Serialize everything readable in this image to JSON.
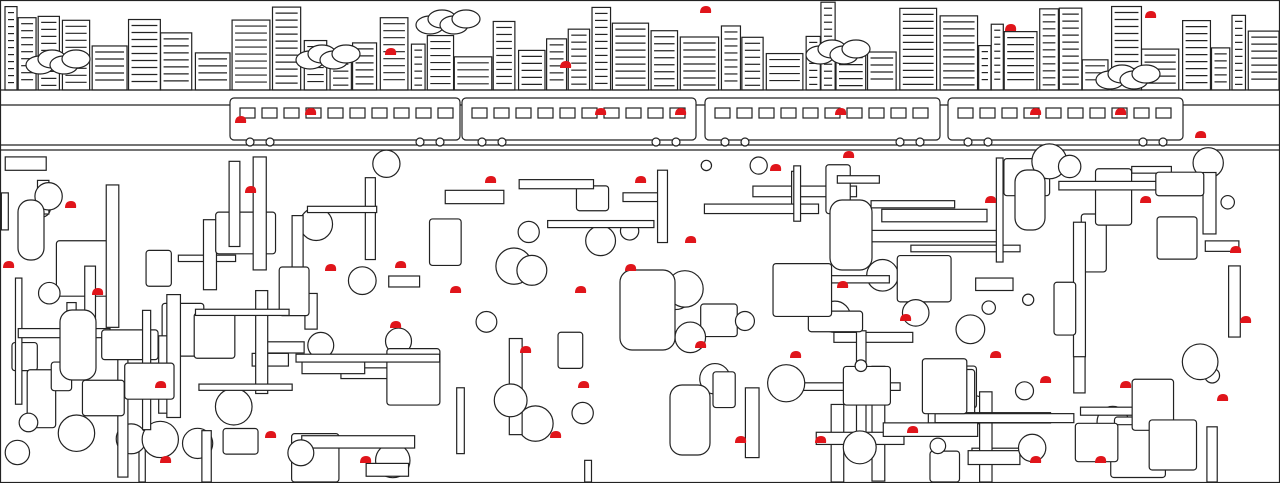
{
  "colors": {
    "line": "#222222",
    "background": "#ffffff",
    "marker": "#e0151b"
  },
  "scene": {
    "sections": [
      "skyline",
      "train",
      "machinery"
    ]
  }
}
